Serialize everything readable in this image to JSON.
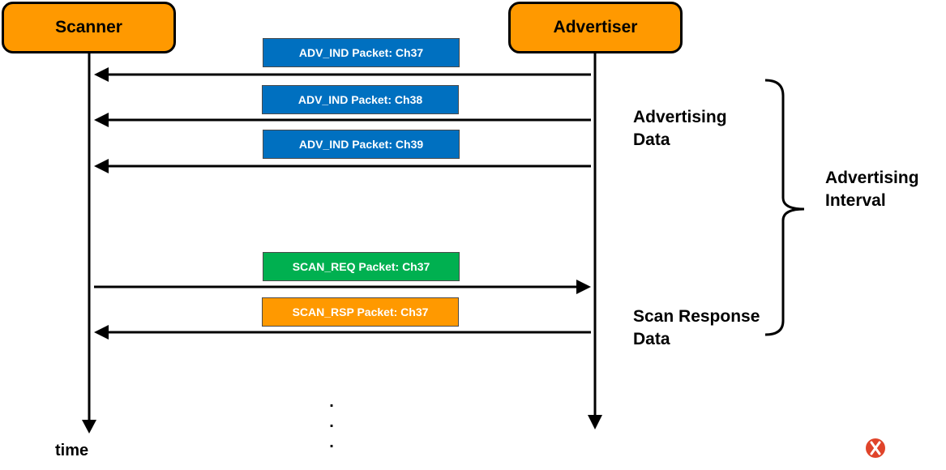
{
  "actors": {
    "scanner": "Scanner",
    "advertiser": "Advertiser"
  },
  "packets": [
    {
      "label": "ADV_IND Packet: Ch37",
      "color": "#0070c0",
      "direction": "to-scanner"
    },
    {
      "label": "ADV_IND Packet: Ch38",
      "color": "#0070c0",
      "direction": "to-scanner"
    },
    {
      "label": "ADV_IND Packet: Ch39",
      "color": "#0070c0",
      "direction": "to-scanner"
    },
    {
      "label": "SCAN_REQ Packet: Ch37",
      "color": "#00b050",
      "direction": "to-advertiser"
    },
    {
      "label": "SCAN_RSP Packet: Ch37",
      "color": "#ff9900",
      "direction": "to-scanner"
    }
  ],
  "annotations": {
    "advertising_data_line1": "Advertising",
    "advertising_data_line2": "Data",
    "scan_response_line1": "Scan Response",
    "scan_response_line2": "Data",
    "interval_line1": "Advertising",
    "interval_line2": "Interval"
  },
  "time_label": "time",
  "continuation": ". . .",
  "colors": {
    "actor": "#ff9900",
    "adv": "#0070c0",
    "req": "#00b050",
    "rsp": "#ff9900",
    "logo": "#e0442a"
  },
  "logo_icon": "logo-icon"
}
